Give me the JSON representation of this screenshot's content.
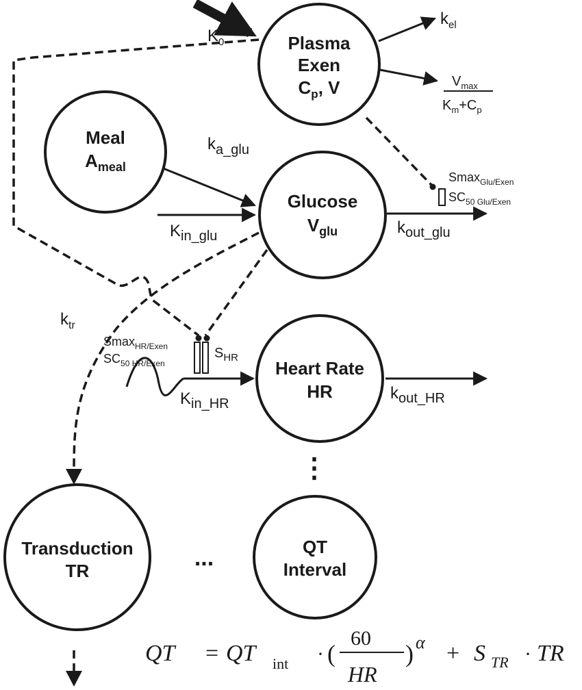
{
  "nodes": {
    "plasma": {
      "line1": "Plasma",
      "line2": "Exen",
      "line3_main": "C",
      "line3_sub": "p",
      "line3_tail": ", V"
    },
    "meal": {
      "line1": "Meal",
      "line2_main": "A",
      "line2_sub": "meal"
    },
    "glucose": {
      "line1": "Glucose",
      "line2_main": "V",
      "line2_sub": "glu"
    },
    "heart": {
      "line1": "Heart Rate",
      "line2": "HR"
    },
    "transduction": {
      "line1": "Transduction",
      "line2": "TR"
    },
    "qt": {
      "line1": "QT",
      "line2": "Interval"
    }
  },
  "labels": {
    "k0": {
      "main": "K",
      "sub": "0"
    },
    "kel": {
      "main": "k",
      "sub": "el"
    },
    "vmax": {
      "num_main": "V",
      "num_sub": "max",
      "den_a": "K",
      "den_a_sub": "m",
      "den_plus": "+C",
      "den_b_sub": "p"
    },
    "ka_glu": {
      "main": "k",
      "sub": "a_glu"
    },
    "kin_glu": {
      "main": "K",
      "sub": "in_glu"
    },
    "kout_glu": {
      "main": "k",
      "sub": "out_glu"
    },
    "smax_glu": {
      "main": "Smax",
      "sub": "Glu/Exen"
    },
    "sc50_glu": {
      "main": "SC",
      "sub": "50 Glu/Exen"
    },
    "ktr": {
      "main": "k",
      "sub": "tr"
    },
    "smax_hr": {
      "main": "Smax",
      "sub": "HR/Exen"
    },
    "sc50_hr": {
      "main": "SC",
      "sub": "50 HR/Exen"
    },
    "shr": {
      "main": "S",
      "sub": "HR"
    },
    "kin_hr": {
      "main": "K",
      "sub": "in_HR"
    },
    "kout_hr": {
      "main": "k",
      "sub": "out_HR"
    },
    "ellipsis_vertical": "⋮",
    "ellipsis_horizontal": "..."
  },
  "equation": {
    "lhs": "QT",
    "eq": "=",
    "qt": "QT",
    "int": "int",
    "dot1": "·",
    "open": "(",
    "num": "60",
    "den": "HR",
    "close": ")",
    "alpha": "α",
    "plus": "+",
    "s": "S",
    "tr_sub": "TR",
    "dot2": "·",
    "tr": "TR"
  }
}
